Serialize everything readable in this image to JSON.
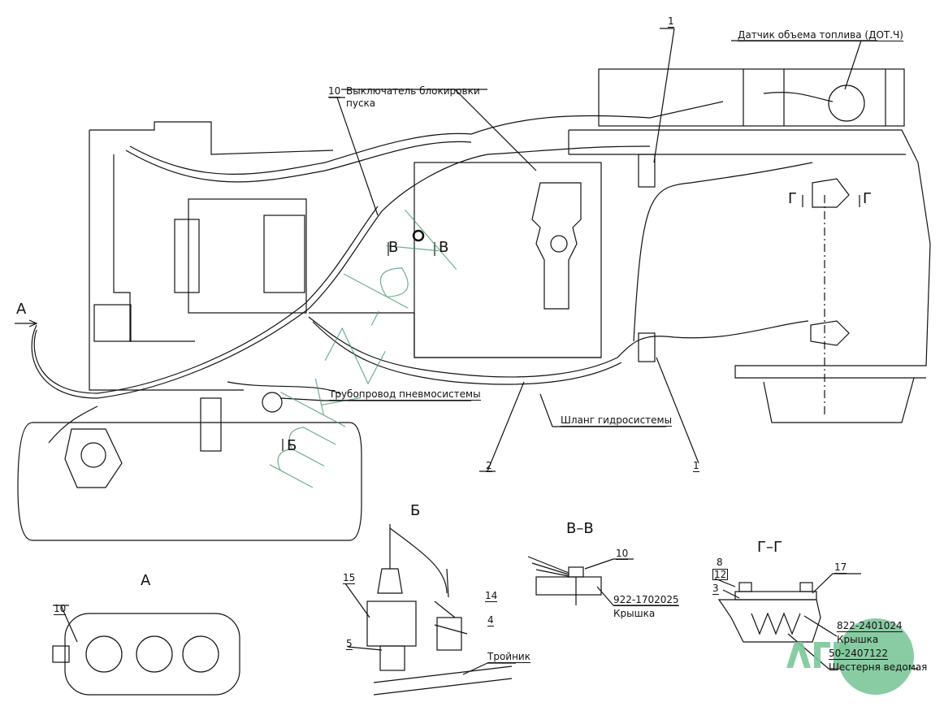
{
  "labels": {
    "fuel_sensor": "Датчик объема топлива (ДОТ.Ч)",
    "lock_switch_line1": "Выключатель блокировки",
    "lock_switch_line2": "пуска",
    "pneumo_pipe": "Трубопровод пневмосистемы",
    "hydro_hose": "Шланг гидросистемы",
    "pos_1_top": "1",
    "pos_10_top": "10",
    "pos_1_bottom": "1",
    "pos_2": "2",
    "section_v_left": "В",
    "section_v_right": "В",
    "section_g_left": "Г",
    "section_g_right": "Г",
    "view_a_arrow": "А",
    "view_b_arrow": "Б"
  },
  "views": {
    "a": {
      "title": "А",
      "pos_10": "10"
    },
    "b": {
      "title": "Б",
      "pos_15": "15",
      "pos_14": "14",
      "pos_4": "4",
      "pos_5": "5",
      "tee": "Тройник"
    },
    "vv": {
      "title": "В–В",
      "pos_10": "10",
      "part_no": "922-1702025",
      "part_name": "Крышка"
    },
    "gg": {
      "title": "Г–Г",
      "pos_8": "8",
      "pos_12": "12",
      "pos_3": "3",
      "pos_17": "17",
      "part1_no": "822-2401024",
      "part1_name": "Крышка",
      "part2_no": "50-2407122",
      "part2_name": "Шестерня ведомая"
    }
  },
  "watermark": "mkz.by",
  "logo": "АГРОЗКА",
  "colors": {
    "line": "#111111",
    "watermark": "#4a9a70",
    "logo": "#7cc79a"
  }
}
